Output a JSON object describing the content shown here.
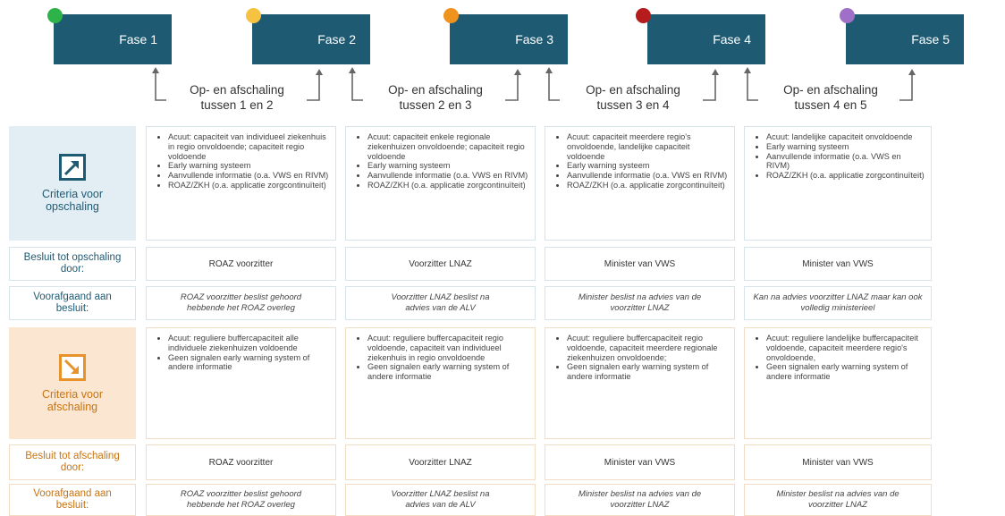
{
  "phases": [
    {
      "label": "Fase 1",
      "dot_color": "#2db34a"
    },
    {
      "label": "Fase 2",
      "dot_color": "#f5c242"
    },
    {
      "label": "Fase 3",
      "dot_color": "#f0921e"
    },
    {
      "label": "Fase 4",
      "dot_color": "#b61c1c"
    },
    {
      "label": "Fase 5",
      "dot_color": "#a070c8"
    }
  ],
  "scaling_labels": [
    {
      "line1": "Op- en afschaling",
      "line2": "tussen 1 en 2"
    },
    {
      "line1": "Op- en afschaling",
      "line2": "tussen 2 en 3"
    },
    {
      "line1": "Op- en afschaling",
      "line2": "tussen 3 en 4"
    },
    {
      "line1": "Op- en afschaling",
      "line2": "tussen 4 en 5"
    }
  ],
  "rows": {
    "criteria_up_label": "Criteria voor opschaling",
    "decision_up_label": "Besluit tot opschaling door:",
    "prior_up_label": "Voorafgaand aan besluit:",
    "criteria_down_label": "Criteria voor afschaling",
    "decision_down_label": "Besluit tot afschaling door:",
    "prior_down_label": "Voorafgaand aan besluit:"
  },
  "icons": {
    "up": "arrow-up-right-icon",
    "down": "arrow-down-right-icon"
  },
  "colors": {
    "phase_bar": "#1f5a73",
    "up_accent": "#1f5a73",
    "down_accent": "#e8922b"
  },
  "columns": [
    {
      "criteria_up": [
        "Acuut: capaciteit van individueel ziekenhuis in regio onvoldoende; capaciteit regio voldoende",
        "Early warning systeem",
        "Aanvullende informatie (o.a. VWS en RIVM)",
        "ROAZ/ZKH (o.a. applicatie zorgcontinuïteit)"
      ],
      "decision_up": "ROAZ voorzitter",
      "prior_up": "ROAZ voorzitter beslist gehoord hebbende het ROAZ overleg",
      "criteria_down": [
        "Acuut: reguliere buffercapaciteit alle individuele ziekenhuizen voldoende",
        "Geen signalen early warning system of andere informatie"
      ],
      "decision_down": "ROAZ voorzitter",
      "prior_down": "ROAZ voorzitter beslist gehoord hebbende het ROAZ overleg"
    },
    {
      "criteria_up": [
        "Acuut: capaciteit enkele regionale ziekenhuizen onvoldoende; capaciteit regio voldoende",
        "Early warning systeem",
        "Aanvullende informatie (o.a. VWS en RIVM)",
        "ROAZ/ZKH (o.a. applicatie zorgcontinuïteit)"
      ],
      "decision_up": "Voorzitter LNAZ",
      "prior_up": "Voorzitter LNAZ beslist na advies van de ALV",
      "criteria_down": [
        "Acuut: reguliere buffercapaciteit regio voldoende, capaciteit van individueel ziekenhuis in regio onvoldoende",
        "Geen signalen early warning system of andere informatie"
      ],
      "decision_down": "Voorzitter LNAZ",
      "prior_down": "Voorzitter LNAZ beslist na advies van de ALV"
    },
    {
      "criteria_up": [
        "Acuut: capaciteit meerdere regio's onvoldoende, landelijke capaciteit voldoende",
        "Early warning systeem",
        "Aanvullende informatie (o.a. VWS en RIVM)",
        "ROAZ/ZKH (o.a. applicatie zorgcontinuïteit)"
      ],
      "decision_up": "Minister van VWS",
      "prior_up": "Minister beslist na advies van de voorzitter LNAZ",
      "criteria_down": [
        "Acuut: reguliere buffercapaciteit regio voldoende, capaciteit meerdere regionale ziekenhuizen onvoldoende;",
        "Geen signalen early warning system of andere informatie"
      ],
      "decision_down": "Minister van VWS",
      "prior_down": "Minister beslist na advies van de voorzitter LNAZ"
    },
    {
      "criteria_up": [
        "Acuut: landelijke capaciteit onvoldoende",
        "Early warning systeem",
        "Aanvullende informatie (o.a. VWS en RIVM)",
        "ROAZ/ZKH (o.a. applicatie zorgcontinuïteit)"
      ],
      "decision_up": "Minister van VWS",
      "prior_up": "Kan na advies voorzitter LNAZ maar kan ook volledig ministerieel",
      "criteria_down": [
        "Acuut: reguliere landelijke buffercapaciteit voldoende, capaciteit meerdere regio's onvoldoende,",
        "Geen signalen early warning system of andere informatie"
      ],
      "decision_down": "Minister van VWS",
      "prior_down": "Minister beslist na advies van de voorzitter LNAZ"
    }
  ]
}
